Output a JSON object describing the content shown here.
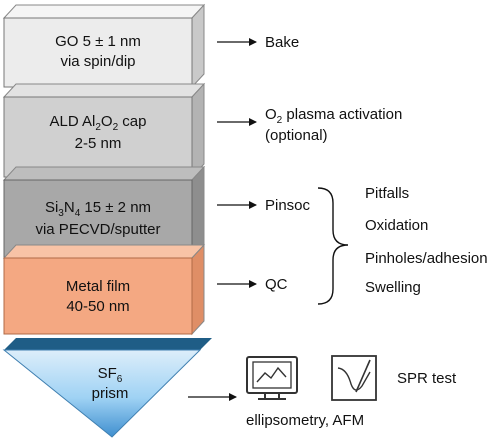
{
  "layers": [
    {
      "line1": "GO 5 ± 1 nm",
      "line2": "via spin/dip",
      "front": "#ececec",
      "top": "#f5f5f5",
      "side": "#c9c9c9"
    },
    {
      "line1_a": "ALD Al",
      "line1_s1": "2",
      "line1_b": "O",
      "line1_s2": "2",
      "line1_c": " cap",
      "line2": "2-5 nm",
      "front": "#d0d0d0",
      "top": "#e2e2e2",
      "side": "#b3b3b3"
    },
    {
      "line1_a": "Si",
      "line1_s1": "3",
      "line1_b": "N",
      "line1_s2": "4",
      "line1_c": " 15 ± 2 nm",
      "line2": "via PECVD/sputter",
      "front": "#a8a8a8",
      "top": "#bdbdbd",
      "side": "#8e8e8e"
    },
    {
      "line1": "Metal film",
      "line2": "40-50 nm",
      "front": "#f4a882",
      "top": "#f8c3a6",
      "side": "#df8e66"
    }
  ],
  "prism": {
    "label_a": "SF",
    "label_sub": "6",
    "line2": "prism",
    "top_color": "#1f5d86",
    "face_color": "#9fd2f4"
  },
  "annotations": {
    "bake": "Bake",
    "o2_a": "O",
    "o2_sub": "2",
    "o2_b": " plasma activation",
    "o2_line2": "(optional)",
    "pinsoc": "Pinsoc",
    "qc": "QC"
  },
  "issues": [
    "Pitfalls",
    "Oxidation",
    "Pinholes/adhesion",
    "Swelling"
  ],
  "tests": {
    "characterization": "ellipsometry, AFM",
    "spr": "SPR test"
  }
}
